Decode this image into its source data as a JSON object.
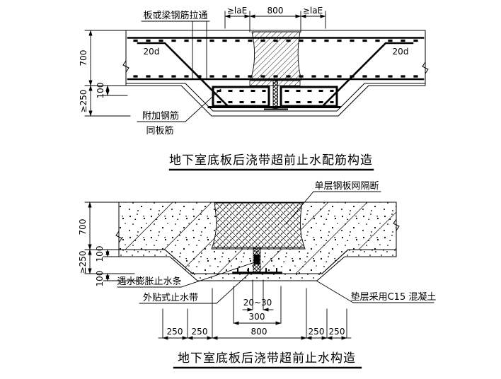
{
  "page": {
    "background": "#ffffff",
    "ink": "#000000"
  },
  "diagram1": {
    "title": "地下室底板后浇带超前止水配筋构造",
    "labels": {
      "pull_through": "板或梁钢筋拉通",
      "d20_left": "20d",
      "d20_right": "20d",
      "add_rebar": "附加钢筋",
      "same_slab": "同板筋"
    },
    "dims": {
      "top_left": "≥laE",
      "top_mid": "800",
      "top_right": "≥laE",
      "v700": "700",
      "v250": "≥250",
      "v100": "100"
    }
  },
  "diagram2": {
    "title": "地下室底板后浇带超前止水构造",
    "labels": {
      "mesh": "单层钢板网隔断",
      "swell": "遇水膨胀止水条",
      "ext_ws": "外贴式止水带",
      "cushion": "垫层采用C15 混凝土"
    },
    "dims": {
      "v700": "700",
      "v250": "≥250",
      "v100a": "100",
      "v100b": "100",
      "gap": "20~30",
      "w300": "300",
      "chain": [
        "250",
        "250",
        "800",
        "250",
        "250"
      ]
    }
  }
}
